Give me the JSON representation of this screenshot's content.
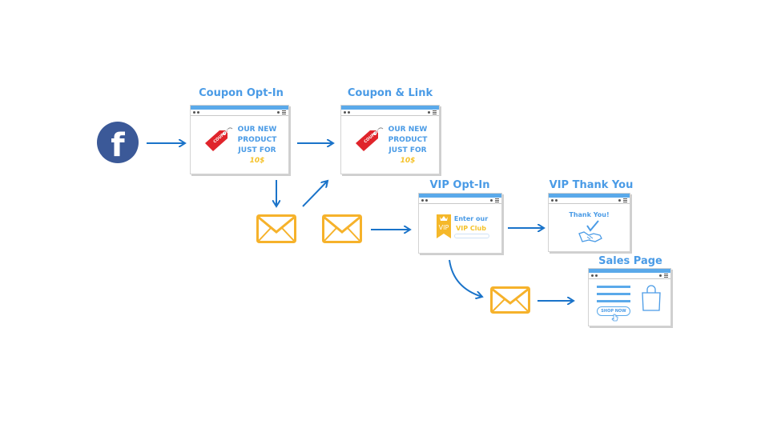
{
  "titles": {
    "coupon_optin": "Coupon Opt-In",
    "coupon_link": "Coupon & Link",
    "vip_optin": "VIP Opt-In",
    "vip_thankyou": "VIP Thank You",
    "sales_page": "Sales Page"
  },
  "source": {
    "icon": "facebook-icon",
    "glyph": "f"
  },
  "coupon_optin": {
    "coupon_tag": "COUPON",
    "line1": "OUR NEW",
    "line2": "PRODUCT",
    "line3": "JUST FOR",
    "price": "10$"
  },
  "coupon_link": {
    "coupon_tag": "COUPON",
    "line1": "OUR NEW",
    "line2": "PRODUCT",
    "line3": "JUST FOR",
    "price": "10$"
  },
  "vip_optin": {
    "badge": "VIP",
    "line1": "Enter our",
    "line2": "VIP Club"
  },
  "vip_thankyou": {
    "message": "Thank You!"
  },
  "sales_page": {
    "button": "SHOP NOW"
  },
  "colors": {
    "accent": "#4a9be6",
    "arrow": "#1a73c9",
    "envelope": "#f6b22b",
    "coupon_red": "#e0242b",
    "facebook": "#3b5998",
    "gold": "#f5c22a"
  }
}
